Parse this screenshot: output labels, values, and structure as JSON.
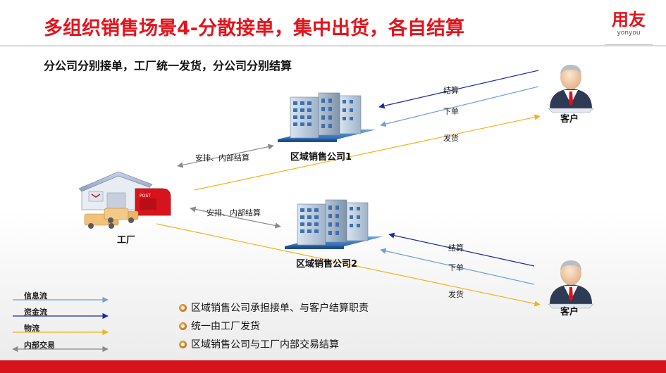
{
  "header": {
    "title": "多组织销售场景4-分散接单，集中出货，各自结算",
    "brand": "用友",
    "brand_sub": "yonyou",
    "subtitle": "分公司分别接单，工厂统一发货，分公司分别结算"
  },
  "nodes": {
    "factory": "工厂",
    "region1": "区域销售公司1",
    "region2": "区域销售公司2",
    "customer1": "客户",
    "customer2": "客户"
  },
  "flows": {
    "settle1": "结算",
    "order1": "下单",
    "ship1": "发货",
    "internal1": "安排、内部结算",
    "internal2": "安排、内部结算",
    "settle2": "结算",
    "order2": "下单",
    "ship2": "发货"
  },
  "legend": [
    {
      "label": "信息流",
      "color": "#6ea0dc"
    },
    {
      "label": "资金流",
      "color": "#1c2aa8"
    },
    {
      "label": "物流",
      "color": "#f2b21b"
    },
    {
      "label": "内部交易",
      "color": "#8a8a8a"
    }
  ],
  "bullets": [
    "区域销售公司承担接单、与客户结算职责",
    "统一由工厂发货",
    "区域销售公司与工厂内部交易结算"
  ],
  "colors": {
    "accent": "#e3141d",
    "info": "#6ea0dc",
    "money": "#1c2aa8",
    "logistics": "#f2b21b",
    "internal": "#8a8a8a"
  }
}
